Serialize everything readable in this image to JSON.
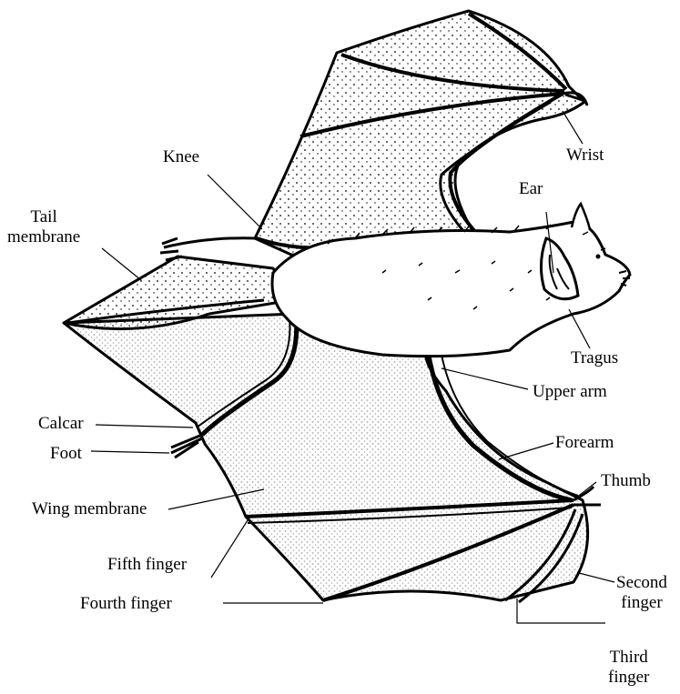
{
  "colors": {
    "ink": "#000000",
    "paper": "#ffffff"
  },
  "labels": {
    "knee": "Knee",
    "wrist": "Wrist",
    "tail": [
      "Tail",
      "membrane"
    ],
    "ear": "Ear",
    "tragus": "Tragus",
    "upper_arm": "Upper arm",
    "calcar": "Calcar",
    "forearm": "Forearm",
    "foot": "Foot",
    "thumb": "Thumb",
    "wing_membrane": "Wing membrane",
    "second_finger": [
      "Second",
      "finger"
    ],
    "fifth_finger": "Fifth finger",
    "fourth_finger": "Fourth finger",
    "third_finger": [
      "Third",
      "finger"
    ]
  }
}
